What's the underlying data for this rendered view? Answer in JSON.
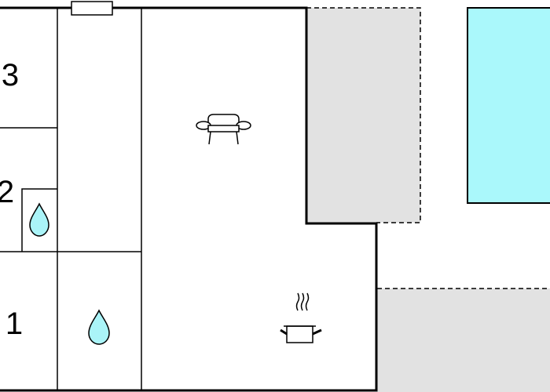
{
  "floorplan": {
    "colors": {
      "wall": "#000000",
      "background": "#ffffff",
      "terrace": "#e2e2e2",
      "pool": "#aaf8fb",
      "water": "#aaf4f8"
    },
    "rooms": [
      {
        "id": "bedroom-3",
        "label": "3"
      },
      {
        "id": "bedroom-2",
        "label": "2"
      },
      {
        "id": "bedroom-1",
        "label": "1"
      }
    ],
    "icons": [
      {
        "id": "sofa",
        "icon": "sofa-icon",
        "room": "living-room"
      },
      {
        "id": "cooking-pot",
        "icon": "cooking-pot-icon",
        "room": "kitchen"
      },
      {
        "id": "shower-upper",
        "icon": "water-drop-icon",
        "room": "bathroom-upper"
      },
      {
        "id": "shower-lower",
        "icon": "water-drop-icon",
        "room": "bathroom-lower"
      }
    ],
    "outdoor": [
      {
        "id": "terrace-upper",
        "type": "terrace"
      },
      {
        "id": "terrace-lower",
        "type": "terrace"
      },
      {
        "id": "pool",
        "type": "pool"
      }
    ]
  }
}
